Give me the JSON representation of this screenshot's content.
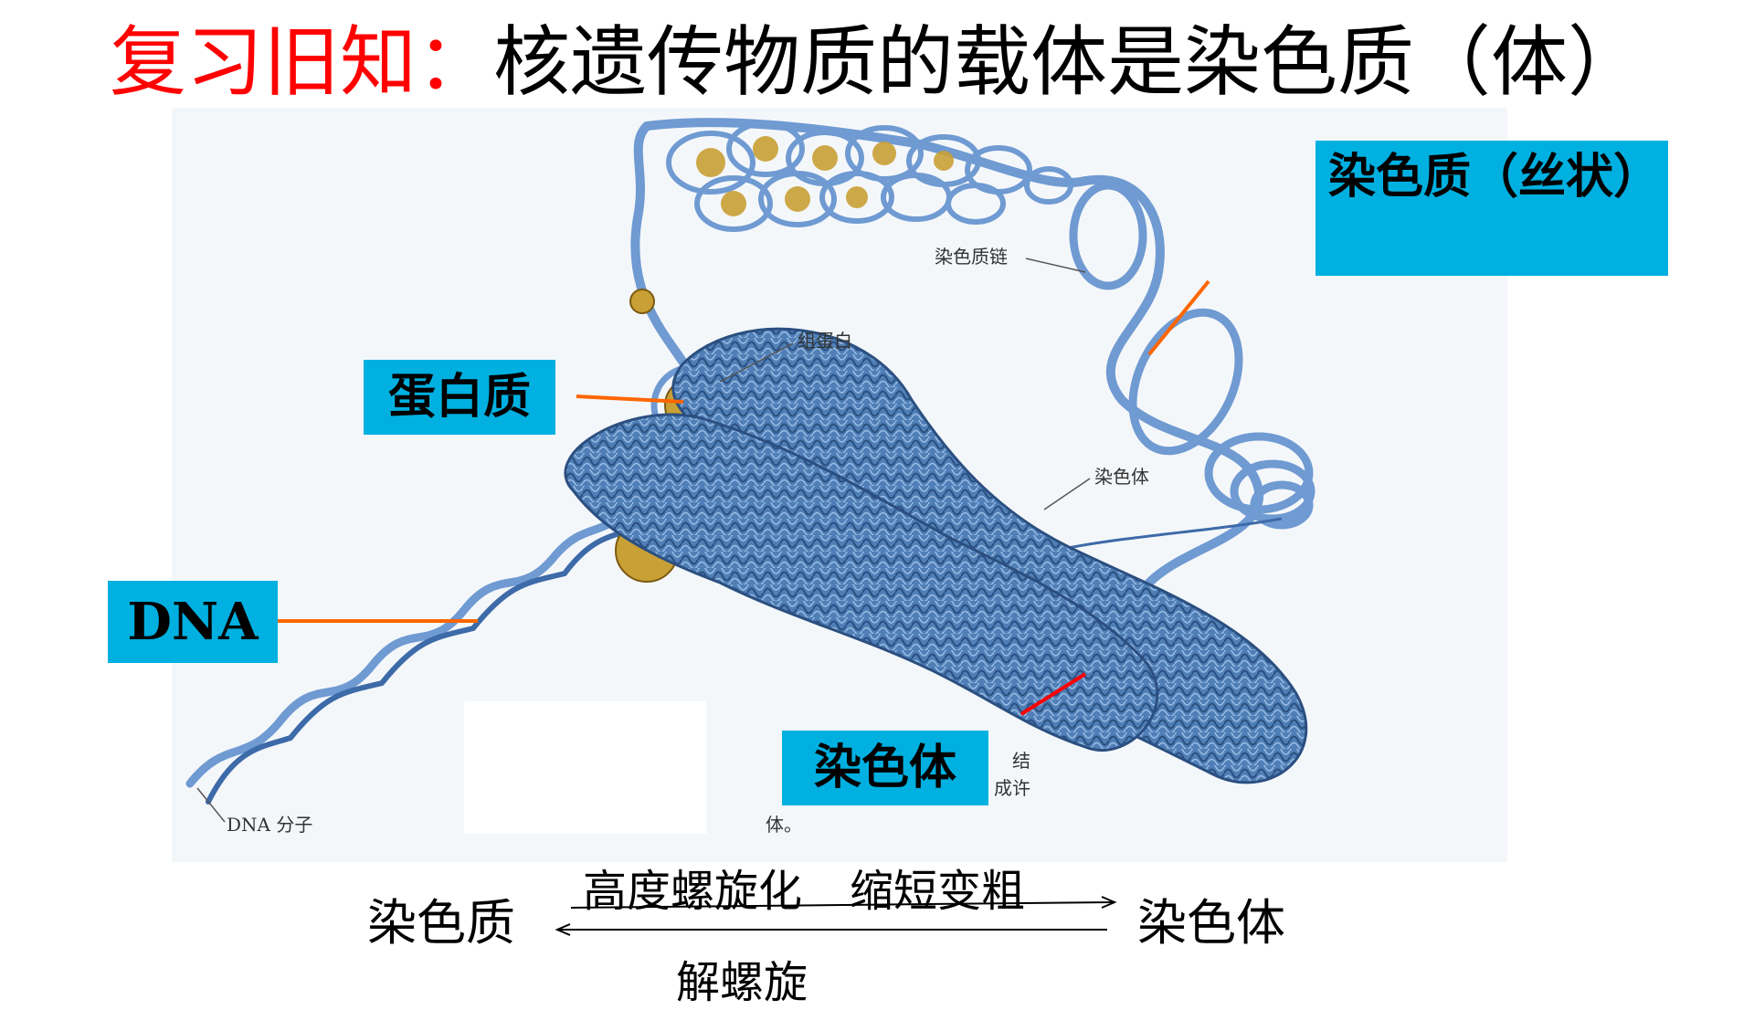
{
  "title": {
    "prefix": "复习旧知：",
    "main": "核遗传物质的载体是染色质（体）"
  },
  "figure": {
    "background_color": "#f4f7fa",
    "strand_color": "#6f9ad2",
    "protein_color": "#c9a035",
    "chromosome_color": "#4f7fb6",
    "printed_labels": {
      "chromatin_chain": "染色质链",
      "histone": "组蛋白",
      "chromosome": "染色体",
      "dna_molecule": "DNA 分子"
    },
    "caption_fragments": [
      "体。",
      "结",
      "成许"
    ]
  },
  "callouts": {
    "chromatin": "染色质（丝状）",
    "protein": "蛋白质",
    "dna": "DNA",
    "chromosome": "染色体",
    "accent_color": "#00b0e0",
    "line_color": "#ff6600"
  },
  "transformation": {
    "left": "染色质",
    "right": "染色体",
    "forward_label_1": "高度螺旋化",
    "forward_label_2": "缩短变粗",
    "reverse_label": "解螺旋"
  }
}
